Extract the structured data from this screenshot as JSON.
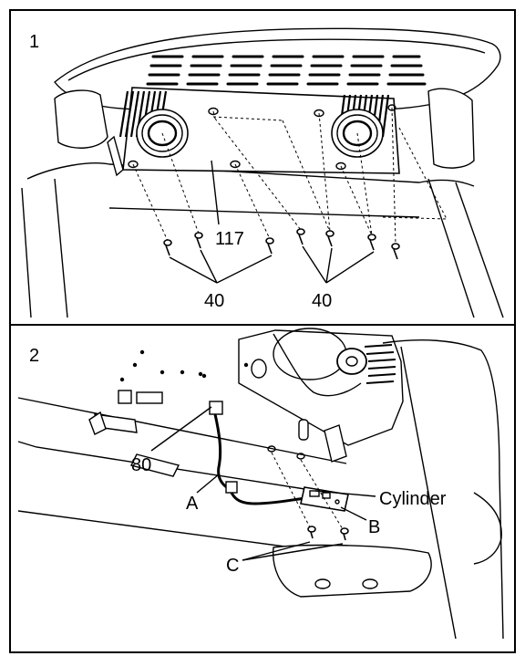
{
  "panels": [
    {
      "step_number": "1",
      "callouts": {
        "part_117": "117",
        "screws_left": "40",
        "screws_right": "40"
      }
    },
    {
      "step_number": "2",
      "callouts": {
        "part_80": "80",
        "wire_a": "A",
        "cylinder": "Cylinder",
        "board_b": "B",
        "screws_c": "C"
      }
    }
  ]
}
